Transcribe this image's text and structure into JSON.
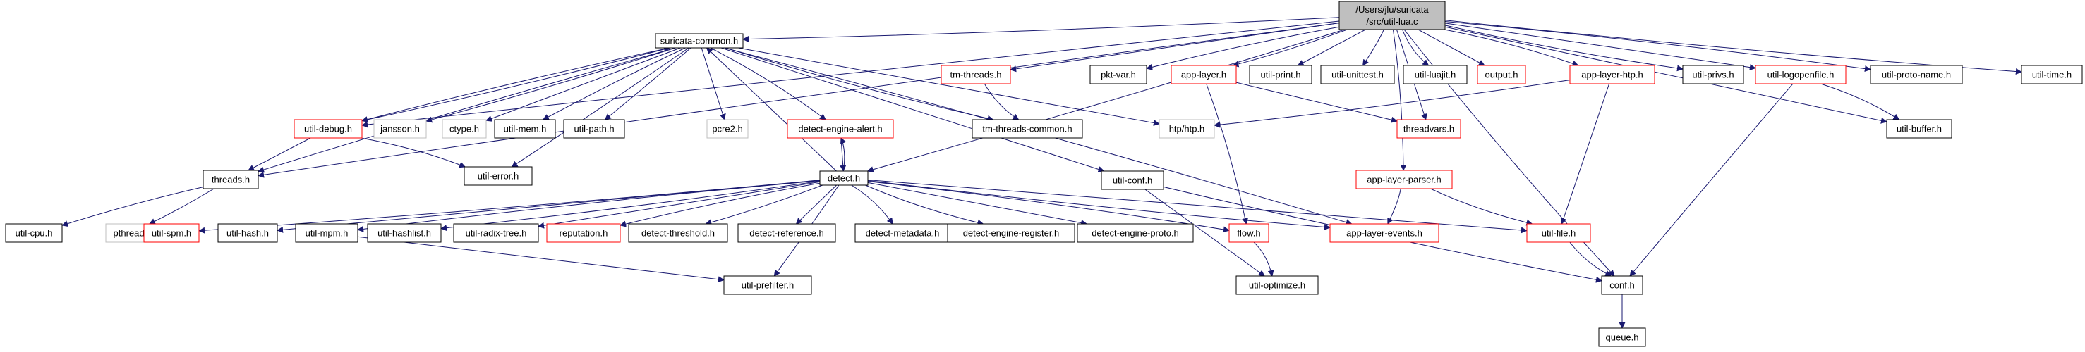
{
  "colors": {
    "edge": "#191970",
    "node_black": "#000000",
    "node_red": "#ff0000",
    "node_gray": "#bfbfbf",
    "root_fill": "#bfbfbf"
  },
  "nodes": {
    "root": {
      "label_line1": "/Users/jlu/suricata",
      "label_line2": "/src/util-lua.c",
      "style": "root"
    },
    "suricata_common": {
      "label": "suricata-common.h",
      "style": "black"
    },
    "tm_threads": {
      "label": "tm-threads.h",
      "style": "red"
    },
    "pkt_var": {
      "label": "pkt-var.h",
      "style": "black"
    },
    "app_layer": {
      "label": "app-layer.h",
      "style": "red"
    },
    "util_print": {
      "label": "util-print.h",
      "style": "black"
    },
    "util_unittest": {
      "label": "util-unittest.h",
      "style": "black"
    },
    "util_luajit": {
      "label": "util-luajit.h",
      "style": "black"
    },
    "output": {
      "label": "output.h",
      "style": "red"
    },
    "app_layer_htp": {
      "label": "app-layer-htp.h",
      "style": "red"
    },
    "util_privs": {
      "label": "util-privs.h",
      "style": "black"
    },
    "util_logopenfile": {
      "label": "util-logopenfile.h",
      "style": "red"
    },
    "util_proto_name": {
      "label": "util-proto-name.h",
      "style": "black"
    },
    "util_time": {
      "label": "util-time.h",
      "style": "black"
    },
    "util_debug": {
      "label": "util-debug.h",
      "style": "red"
    },
    "jansson": {
      "label": "jansson.h",
      "style": "gray"
    },
    "ctype": {
      "label": "ctype.h",
      "style": "gray"
    },
    "util_mem": {
      "label": "util-mem.h",
      "style": "black"
    },
    "util_path": {
      "label": "util-path.h",
      "style": "black"
    },
    "pcre2": {
      "label": "pcre2.h",
      "style": "gray"
    },
    "detect_engine_alert": {
      "label": "detect-engine-alert.h",
      "style": "red"
    },
    "tm_threads_common": {
      "label": "tm-threads-common.h",
      "style": "black"
    },
    "htp_htp": {
      "label": "htp/htp.h",
      "style": "gray"
    },
    "threadvars": {
      "label": "threadvars.h",
      "style": "red"
    },
    "util_buffer": {
      "label": "util-buffer.h",
      "style": "black"
    },
    "threads": {
      "label": "threads.h",
      "style": "black"
    },
    "util_error": {
      "label": "util-error.h",
      "style": "black"
    },
    "detect": {
      "label": "detect.h",
      "style": "black"
    },
    "util_conf": {
      "label": "util-conf.h",
      "style": "black"
    },
    "app_layer_parser": {
      "label": "app-layer-parser.h",
      "style": "red"
    },
    "util_cpu": {
      "label": "util-cpu.h",
      "style": "black"
    },
    "pthread": {
      "label": "pthread.h",
      "style": "gray"
    },
    "util_spm": {
      "label": "util-spm.h",
      "style": "red"
    },
    "util_hash": {
      "label": "util-hash.h",
      "style": "black"
    },
    "util_mpm": {
      "label": "util-mpm.h",
      "style": "black"
    },
    "util_hashlist": {
      "label": "util-hashlist.h",
      "style": "black"
    },
    "util_radix_tree": {
      "label": "util-radix-tree.h",
      "style": "black"
    },
    "reputation": {
      "label": "reputation.h",
      "style": "red"
    },
    "detect_threshold": {
      "label": "detect-threshold.h",
      "style": "black"
    },
    "detect_reference": {
      "label": "detect-reference.h",
      "style": "black"
    },
    "detect_metadata": {
      "label": "detect-metadata.h",
      "style": "black"
    },
    "detect_engine_register": {
      "label": "detect-engine-register.h",
      "style": "black"
    },
    "detect_engine_proto": {
      "label": "detect-engine-proto.h",
      "style": "black"
    },
    "flow": {
      "label": "flow.h",
      "style": "red"
    },
    "app_layer_events": {
      "label": "app-layer-events.h",
      "style": "red"
    },
    "util_file": {
      "label": "util-file.h",
      "style": "red"
    },
    "conf": {
      "label": "conf.h",
      "style": "black"
    },
    "util_prefilter": {
      "label": "util-prefilter.h",
      "style": "black"
    },
    "util_optimize": {
      "label": "util-optimize.h",
      "style": "black"
    },
    "queue": {
      "label": "queue.h",
      "style": "black"
    }
  },
  "edges": [
    [
      "root",
      "suricata_common"
    ],
    [
      "root",
      "tm_threads"
    ],
    [
      "root",
      "pkt_var"
    ],
    [
      "root",
      "app_layer"
    ],
    [
      "root",
      "util_print"
    ],
    [
      "root",
      "util_unittest"
    ],
    [
      "root",
      "util_luajit"
    ],
    [
      "root",
      "output"
    ],
    [
      "root",
      "app_layer_htp"
    ],
    [
      "root",
      "util_privs"
    ],
    [
      "root",
      "util_logopenfile"
    ],
    [
      "root",
      "util_proto_name"
    ],
    [
      "root",
      "util_time"
    ],
    [
      "root",
      "util_debug"
    ],
    [
      "root",
      "threads"
    ],
    [
      "root",
      "detect"
    ],
    [
      "root",
      "threadvars"
    ],
    [
      "root",
      "app_layer_parser"
    ],
    [
      "root",
      "conf"
    ],
    [
      "root",
      "util_buffer"
    ],
    [
      "suricata_common",
      "util_debug"
    ],
    [
      "suricata_common",
      "jansson"
    ],
    [
      "suricata_common",
      "ctype"
    ],
    [
      "suricata_common",
      "util_mem"
    ],
    [
      "suricata_common",
      "util_path"
    ],
    [
      "suricata_common",
      "pcre2"
    ],
    [
      "suricata_common",
      "detect_engine_alert"
    ],
    [
      "suricata_common",
      "tm_threads_common"
    ],
    [
      "suricata_common",
      "htp_htp"
    ],
    [
      "suricata_common",
      "threads"
    ],
    [
      "suricata_common",
      "util_error"
    ],
    [
      "suricata_common",
      "util_conf"
    ],
    [
      "suricata_common",
      "app_layer_events"
    ],
    [
      "util_debug",
      "suricata_common"
    ],
    [
      "util_debug",
      "threads"
    ],
    [
      "util_debug",
      "util_error"
    ],
    [
      "tm_threads",
      "tm_threads_common"
    ],
    [
      "app_layer",
      "threadvars"
    ],
    [
      "app_layer",
      "flow"
    ],
    [
      "app_layer_htp",
      "htp_htp"
    ],
    [
      "app_layer_htp",
      "util_file"
    ],
    [
      "util_logopenfile",
      "util_buffer"
    ],
    [
      "util_logopenfile",
      "conf"
    ],
    [
      "detect_engine_alert",
      "detect"
    ],
    [
      "threads",
      "util_cpu"
    ],
    [
      "threads",
      "pthread"
    ],
    [
      "detect",
      "suricata_common"
    ],
    [
      "detect",
      "detect_engine_alert"
    ],
    [
      "detect",
      "util_spm"
    ],
    [
      "detect",
      "util_hash"
    ],
    [
      "detect",
      "util_mpm"
    ],
    [
      "detect",
      "util_hashlist"
    ],
    [
      "detect",
      "util_radix_tree"
    ],
    [
      "detect",
      "reputation"
    ],
    [
      "detect",
      "detect_threshold"
    ],
    [
      "detect",
      "detect_reference"
    ],
    [
      "detect",
      "detect_metadata"
    ],
    [
      "detect",
      "detect_engine_register"
    ],
    [
      "detect",
      "detect_engine_proto"
    ],
    [
      "detect",
      "flow"
    ],
    [
      "detect",
      "app_layer_events"
    ],
    [
      "detect",
      "util_file"
    ],
    [
      "detect",
      "util_prefilter"
    ],
    [
      "util_conf",
      "conf"
    ],
    [
      "util_conf",
      "util_optimize"
    ],
    [
      "app_layer_parser",
      "app_layer_events"
    ],
    [
      "app_layer_parser",
      "util_file"
    ],
    [
      "util_mpm",
      "util_prefilter"
    ],
    [
      "flow",
      "util_optimize"
    ],
    [
      "util_file",
      "conf"
    ],
    [
      "conf",
      "queue"
    ]
  ]
}
